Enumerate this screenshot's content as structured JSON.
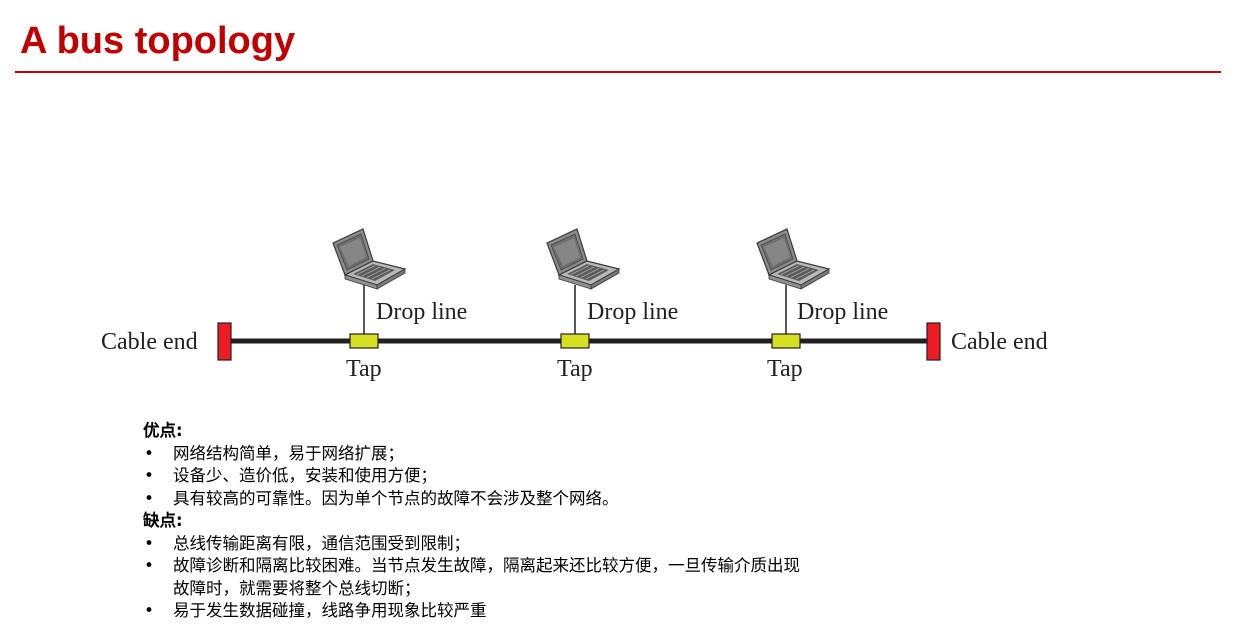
{
  "title": "A bus topology",
  "colors": {
    "title": "#c00000",
    "bus_line": "#231f20",
    "cable_end": "#ed1c24",
    "tap": "#d7df23"
  },
  "diagram": {
    "left_end_label": "Cable end",
    "right_end_label": "Cable end",
    "nodes": [
      {
        "icon": "laptop-icon",
        "drop_label": "Drop line",
        "tap_label": "Tap"
      },
      {
        "icon": "laptop-icon",
        "drop_label": "Drop line",
        "tap_label": "Tap"
      },
      {
        "icon": "laptop-icon",
        "drop_label": "Drop line",
        "tap_label": "Tap"
      }
    ]
  },
  "advantages": {
    "heading": "优点:",
    "items": [
      "网络结构简单，易于网络扩展；",
      "设备少、造价低，安装和使用方便；",
      "具有较高的可靠性。因为单个节点的故障不会涉及整个网络。"
    ]
  },
  "disadvantages": {
    "heading": "缺点:",
    "items": [
      {
        "line1": "总线传输距离有限，通信范围受到限制；",
        "line2": ""
      },
      {
        "line1": "故障诊断和隔离比较困难。当节点发生故障，隔离起来还比较方便，一旦传输介质出现",
        "line2": "故障时，就需要将整个总线切断；"
      },
      {
        "line1": "易于发生数据碰撞，线路争用现象比较严重",
        "line2": ""
      }
    ]
  },
  "bullet": "•"
}
